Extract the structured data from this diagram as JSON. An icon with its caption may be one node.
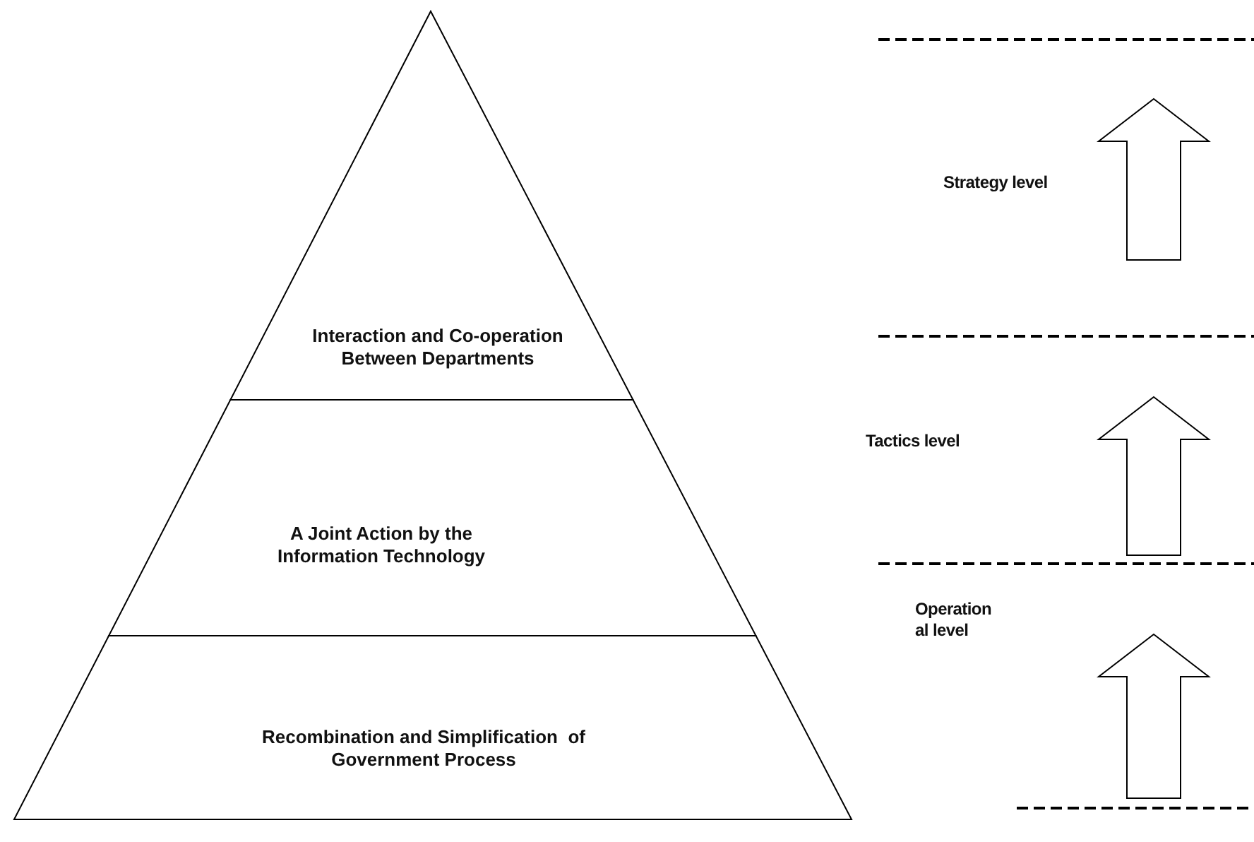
{
  "diagram": {
    "nodes": [
      {
        "text": [
          "Interaction and Co-operation Between Departments"
        ]
      },
      {
        "text": [
          "A Joint Action by the Information Technology"
        ]
      },
      {
        "text": [
          "Recombination and Simplification  of Government Process"
        ]
      }
    ],
    "labels": [
      "Strategy level",
      "Tactics level",
      "Operation al level"
    ]
  }
}
